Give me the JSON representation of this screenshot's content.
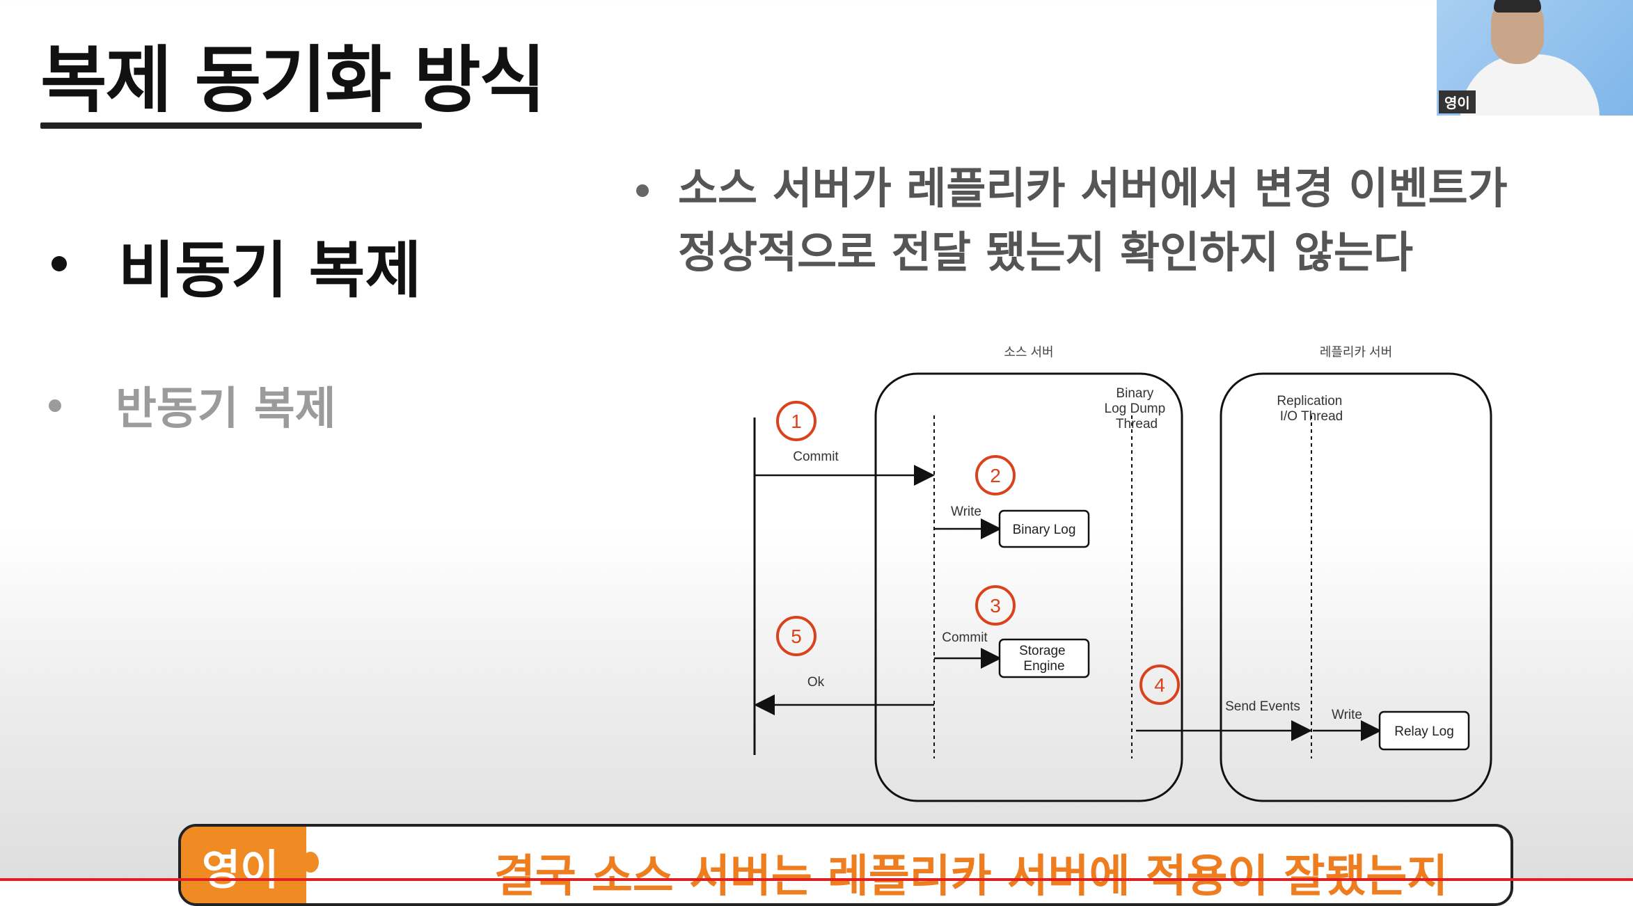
{
  "slide": {
    "title": "복제 동기화 방식",
    "bullets": [
      {
        "text": "비동기 복제",
        "state": "active"
      },
      {
        "text": "반동기 복제",
        "state": "inactive"
      }
    ],
    "description": {
      "line1": "소스 서버가 레플리카 서버에서 변경 이벤트가",
      "line2": "정상적으로 전달 됐는지 확인하지 않는다"
    }
  },
  "diagram": {
    "source_server_title": "소스 서버",
    "replica_server_title": "레플리카 서버",
    "binary_log_dump_thread": [
      "Binary",
      "Log Dump",
      "Thread"
    ],
    "replication_io_thread": [
      "Replication",
      "I/O Thread"
    ],
    "steps": [
      "1",
      "2",
      "3",
      "4",
      "5"
    ],
    "arrows": {
      "commit": "Commit",
      "write_binlog": "Write",
      "commit_storage": "Commit",
      "ok": "Ok",
      "send_events": "Send Events",
      "write_relay": "Write"
    },
    "boxes": {
      "binary_log": "Binary Log",
      "storage_engine": [
        "Storage",
        "Engine"
      ],
      "relay_log": "Relay Log"
    },
    "step_color": "#d9421a"
  },
  "webcam": {
    "name_tag": "영이"
  },
  "caption": {
    "speaker": "영이",
    "text": "결국 소스 서버는 레플리카 서버에 적용이 잘됐는지",
    "accent_color": "#f08a23"
  }
}
